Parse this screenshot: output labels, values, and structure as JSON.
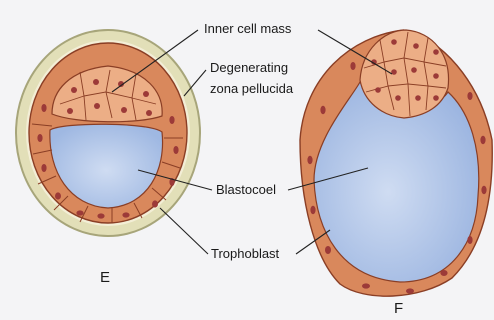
{
  "labels": {
    "inner_cell_mass": "Inner cell mass",
    "degenerating_1": "Degenerating",
    "degenerating_2": "zona pellucida",
    "blastocoel": "Blastocoel",
    "trophoblast": "Trophoblast"
  },
  "panels": {
    "left": "E",
    "right": "F"
  },
  "colors": {
    "background": "#f4f4f6",
    "zona": "#e2dfb8",
    "zona_edge": "#a7a57a",
    "cell": "#d9885c",
    "cell_light": "#ecae86",
    "cell_edge": "#8a3e25",
    "nucleus": "#9c3a38",
    "cavity": "#a9c1e6",
    "cavity_inner": "#c5d6ef"
  }
}
